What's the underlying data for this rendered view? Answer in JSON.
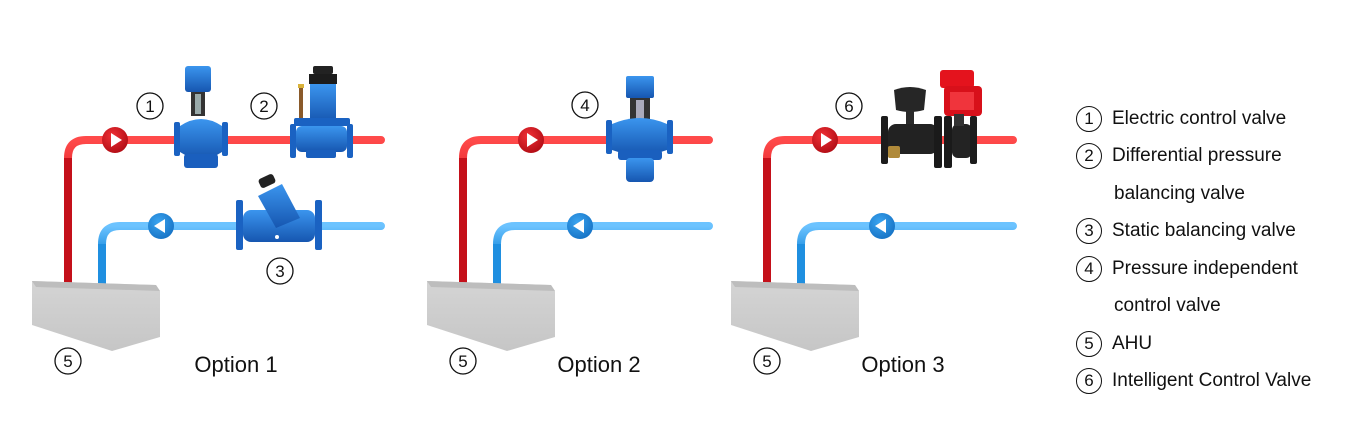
{
  "colors": {
    "supply_pipe": "#d3111b",
    "return_pipe": "#1f8fe0",
    "valve_blue": "#1c74d0",
    "ahu_gray": "#cfcfcf",
    "valve_black": "#1f1f1f",
    "actuator_red": "#e4131d"
  },
  "options": [
    {
      "label": "Option 1",
      "markers": [
        {
          "num": "1",
          "refers_to": "Electric control valve"
        },
        {
          "num": "2",
          "refers_to": "Differential pressure balancing valve"
        },
        {
          "num": "3",
          "refers_to": "Static balancing valve"
        },
        {
          "num": "5",
          "refers_to": "AHU"
        }
      ]
    },
    {
      "label": "Option 2",
      "markers": [
        {
          "num": "4",
          "refers_to": "Pressure independent control valve"
        },
        {
          "num": "5",
          "refers_to": "AHU"
        }
      ]
    },
    {
      "label": "Option 3",
      "markers": [
        {
          "num": "6",
          "refers_to": "Intelligent Control Valve"
        },
        {
          "num": "5",
          "refers_to": "AHU"
        }
      ]
    }
  ],
  "legend": [
    {
      "num": "1",
      "lines": [
        "Electric control valve"
      ]
    },
    {
      "num": "2",
      "lines": [
        "Differential pressure",
        "balancing valve"
      ]
    },
    {
      "num": "3",
      "lines": [
        "Static balancing valve"
      ]
    },
    {
      "num": "4",
      "lines": [
        "Pressure independent",
        "control valve"
      ]
    },
    {
      "num": "5",
      "lines": [
        "AHU"
      ]
    },
    {
      "num": "6",
      "lines": [
        "Intelligent Control Valve"
      ]
    }
  ]
}
